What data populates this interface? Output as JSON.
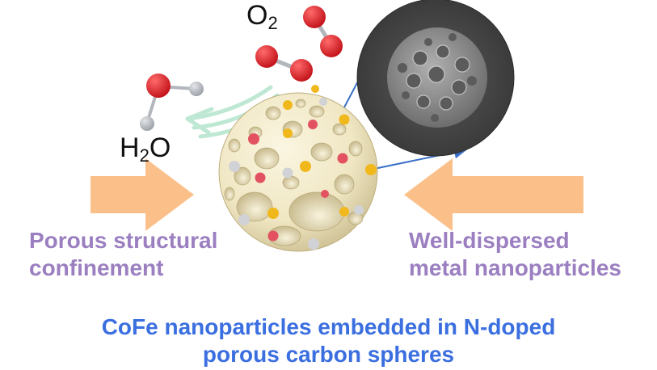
{
  "molecules": {
    "oxygen": {
      "symbol": "O",
      "subscript": "2"
    },
    "water": {
      "symbol_h": "H",
      "subscript": "2",
      "symbol_o": "O"
    }
  },
  "labels": {
    "left_line1": "Porous structural",
    "left_line2": "confinement",
    "right_line1": "Well-dispersed",
    "right_line2": "metal nanoparticles"
  },
  "caption": {
    "line1": "CoFe nanoparticles embedded in N-doped",
    "line2": "porous carbon spheres"
  },
  "colors": {
    "label_purple": "#9b7fc0",
    "caption_blue": "#3b6fe0",
    "arrow_orange": "#fbc08a",
    "flow_green": "#bfe8d4",
    "oxygen_red": "#d81f26",
    "hydrogen_gray": "#b3b7bd",
    "sphere_cream": "#f2ebcc",
    "pointer_blue": "#3a6fc8",
    "particle_red": "#e35260",
    "particle_yellow": "#f1b81c",
    "particle_gray": "#d0d2d6"
  }
}
